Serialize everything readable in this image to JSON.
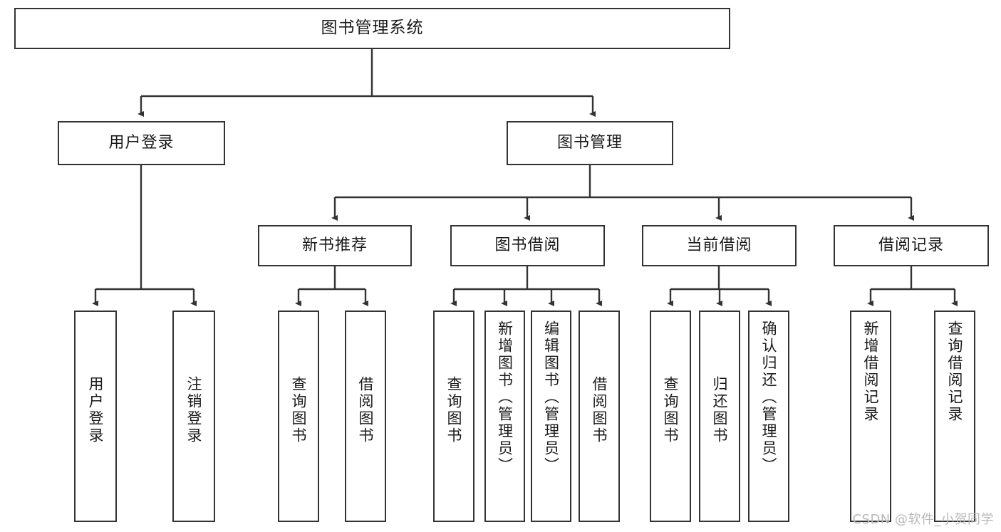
{
  "diagram": {
    "title": "图书管理系统",
    "type": "tree",
    "watermark": "CSDN @软件_小贺同学",
    "colors": {
      "box_border": "#333333",
      "box_fill": "#ffffff",
      "connector": "#333333",
      "text": "#1a1a1a",
      "watermark": "#b9b9b9",
      "background": "#ffffff"
    }
  },
  "nodes": {
    "root": {
      "label": "图书管理系统"
    },
    "level2": [
      {
        "label": "用户登录"
      },
      {
        "label": "图书管理"
      }
    ],
    "level3": [
      {
        "label": "新书推荐"
      },
      {
        "label": "图书借阅"
      },
      {
        "label": "当前借阅"
      },
      {
        "label": "借阅记录"
      }
    ],
    "leaves": {
      "user_login": [
        {
          "label": "用户登录"
        },
        {
          "label": "注销登录"
        }
      ],
      "new_book_recommend": [
        {
          "label": "查询图书"
        },
        {
          "label": "借阅图书"
        }
      ],
      "book_borrow": [
        {
          "label": "查询图书"
        },
        {
          "label": "新增图书（管理员）"
        },
        {
          "label": "编辑图书（管理员）"
        },
        {
          "label": "借阅图书"
        }
      ],
      "current_borrow": [
        {
          "label": "查询图书"
        },
        {
          "label": "归还图书"
        },
        {
          "label": "确认归还（管理员）"
        }
      ],
      "borrow_record": [
        {
          "label": "新增借阅记录"
        },
        {
          "label": "查询借阅记录"
        }
      ]
    }
  }
}
